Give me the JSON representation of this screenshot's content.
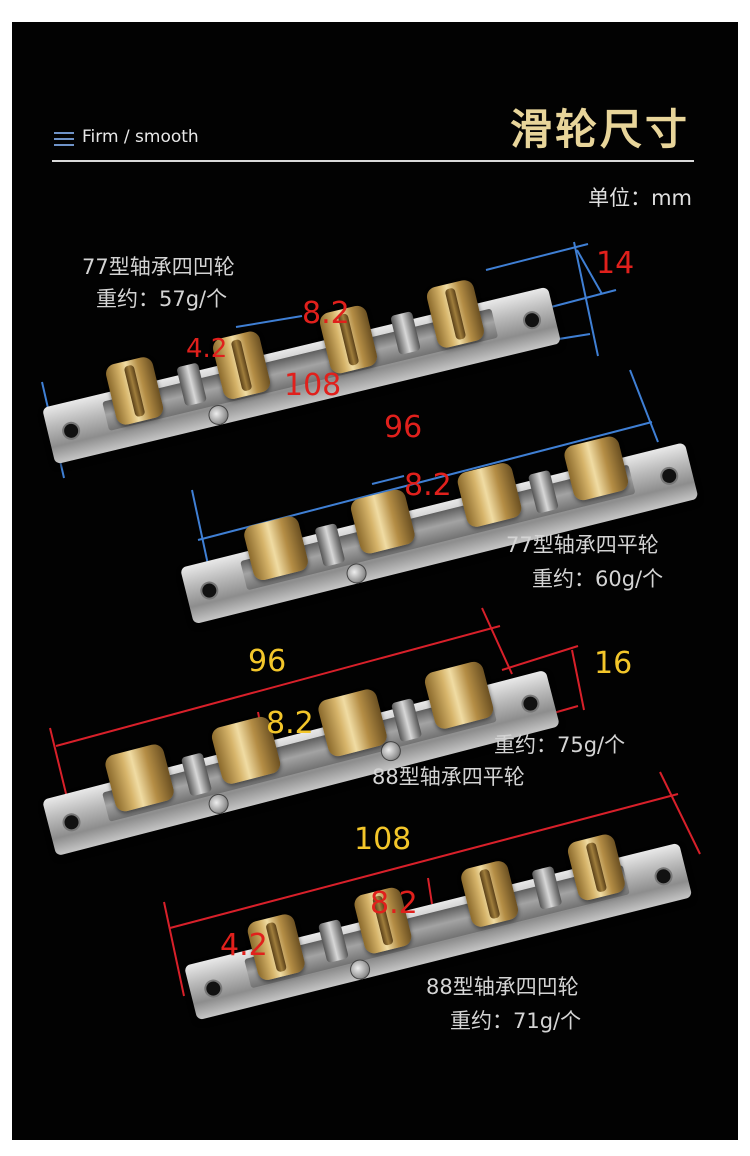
{
  "header": {
    "tagline": "Firm / smooth",
    "title": "滑轮尺寸",
    "unit": "单位：mm"
  },
  "icons": {
    "menu": "menu-lines-icon"
  },
  "colors": {
    "background": "#020202",
    "title": "#e8d59a",
    "dimension_red": "#e0201c",
    "dimension_gold": "#f3c62a",
    "dimension_line_blue": "#3f7fd4",
    "dimension_line_red": "#d8202a"
  },
  "products": [
    {
      "name": "77型轴承四凹轮",
      "weight": "重约：57g/个",
      "dims": {
        "length": "108",
        "height": "14",
        "wheel_width": "8.2",
        "groove": "4.2"
      }
    },
    {
      "name": "77型轴承四平轮",
      "weight": "重约：60g/个",
      "dims": {
        "length": "96",
        "wheel_width": "8.2"
      }
    },
    {
      "name": "88型轴承四平轮",
      "weight": "重约：75g/个",
      "dims": {
        "length": "96",
        "height": "16",
        "wheel_width": "8.2"
      }
    },
    {
      "name": "88型轴承四凹轮",
      "weight": "重约：71g/个",
      "dims": {
        "length": "108",
        "wheel_width": "8.2",
        "groove": "4.2"
      }
    }
  ]
}
